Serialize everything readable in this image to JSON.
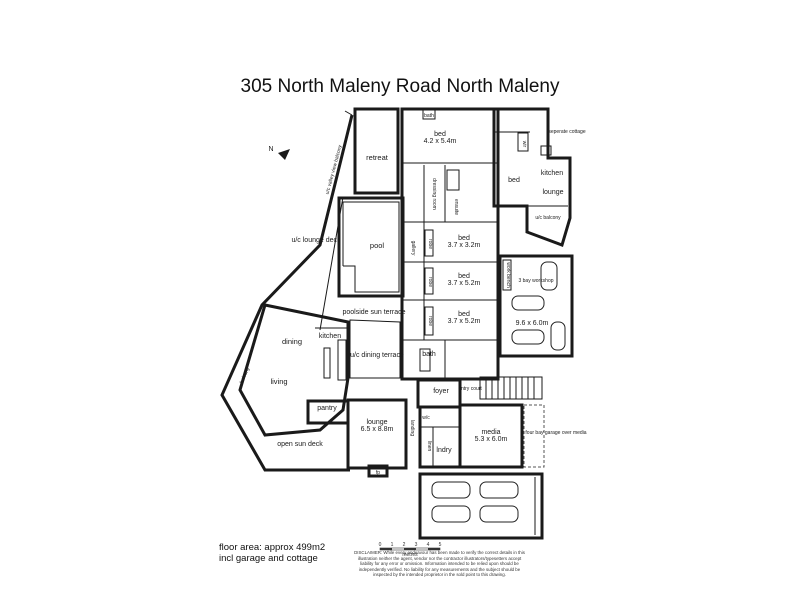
{
  "title": "305 North Maleny Road North Maleny",
  "rooms": {
    "bed_main": "bed",
    "bed_main_size": "4.2 x 5.4m",
    "bath_tub": "bath",
    "retreat": "retreat",
    "valley_view_balcony": "u/c valley view balcony",
    "dressing_room": "dressing room",
    "ensuite": "ensuite",
    "bed2": "bed",
    "bed2_size": "3.7 x 3.2m",
    "bed3": "bed",
    "bed3_size": "3.7 x 5.2m",
    "bed4": "bed",
    "bed4_size": "3.7 x 5.2m",
    "robe1": "robe",
    "robe2": "robe",
    "robe3": "robe",
    "gallery": "gallery",
    "lounge_deck": "u/c lounge deck",
    "pool": "pool",
    "poolside_terrace": "poolside sun terrace",
    "dining": "dining",
    "kitchen": "kitchen",
    "dining_terrace": "u/c dining terrace",
    "balcony": "balcony",
    "living": "living",
    "pantry": "pantry",
    "open_sun_deck": "open sun deck",
    "lounge": "lounge",
    "lounge_size": "6.5 x 8.8m",
    "landing": "landing",
    "bath": "bath",
    "foyer": "foyer",
    "entry_court": "entry court",
    "wc": "w/c",
    "linen": "linen",
    "media": "media",
    "media_size": "5.3 x 6.0m",
    "laundry": "lndry",
    "fp": "fp",
    "four_bay_garage": "four bay garage over media",
    "seperate_cottage": "seperate cottage",
    "cottage_kitchen": "kitchen",
    "cottage_bed": "bed",
    "cottage_lounge": "lounge",
    "cottage_balcony": "u/c balcony",
    "cottage_wir": "wir",
    "workshop": "3 bay workshop",
    "workbench": "work bench",
    "workshop_size": "9.6 x 6.0m"
  },
  "floor_area": "floor area: approx 499m2 incl garage and cottage",
  "disclaimer": "DISCLAIMER: While every endeavour has been made to verify the correct details in this illustration neither the agent, vendor nor the contractor illustrators/typesetters accept liability for any error or omission. Information intended to be relied upon should be independently verified. No liability for any measurements and the subject should be inspected by the intended proprietor in the sold point to this drawing.",
  "scale": {
    "ticks": [
      "0",
      "1",
      "2",
      "3",
      "4",
      "5"
    ],
    "unit": "metres"
  },
  "north_label": "N"
}
